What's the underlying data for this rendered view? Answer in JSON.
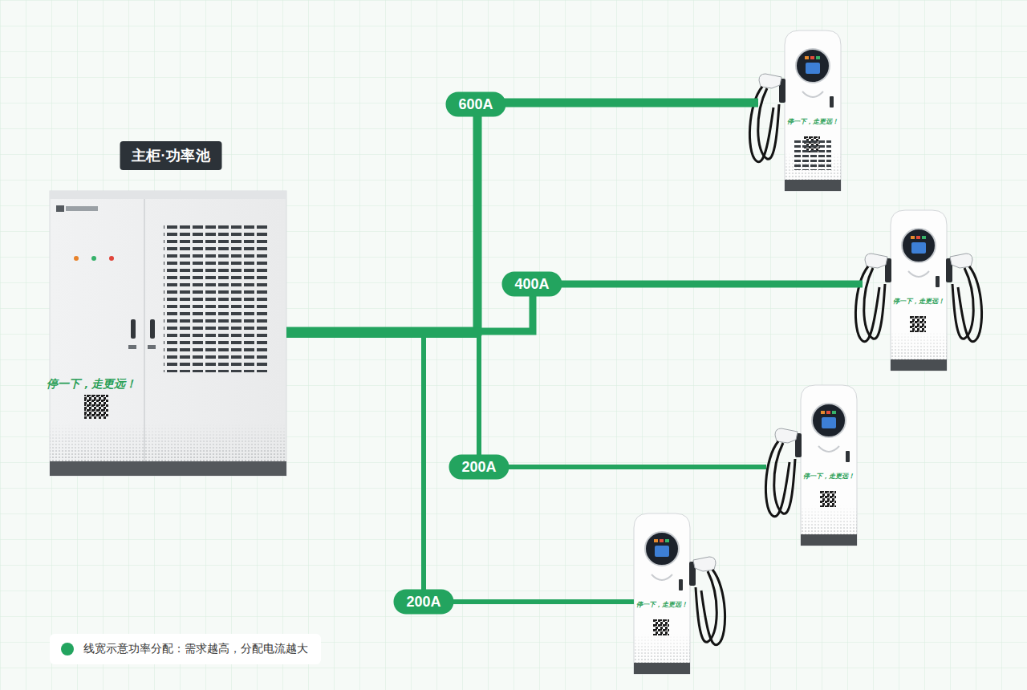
{
  "diagram": {
    "nodes": [
      {
        "text": [
          "主柜·功率池",
          "停一下，走更远！"
        ]
      },
      {
        "text": [
          "停一下，走更远！"
        ]
      },
      {
        "text": [
          "停一下，走更远！"
        ]
      },
      {
        "text": [
          "停一下，走更远！"
        ]
      },
      {
        "text": [
          "停一下，走更远！"
        ]
      }
    ],
    "edges": [
      {
        "from": 0,
        "to": 1,
        "arrow": "none",
        "label": "600A"
      },
      {
        "from": 0,
        "to": 2,
        "arrow": "none",
        "label": "400A"
      },
      {
        "from": 0,
        "to": 3,
        "arrow": "none",
        "label": "200A"
      },
      {
        "from": 0,
        "to": 4,
        "arrow": "none",
        "label": "200A"
      }
    ],
    "legend": [
      {
        "text": "线宽示意功率分配：需求越高，分配电流越大",
        "color": "#23a45f"
      }
    ]
  }
}
